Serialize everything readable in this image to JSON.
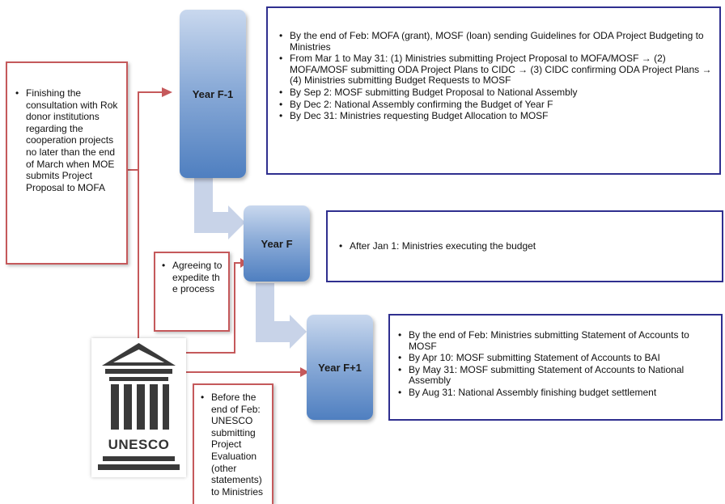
{
  "years": {
    "f_minus_1": "Year F-1",
    "f": "Year F",
    "f_plus_1": "Year F+1"
  },
  "details": {
    "f_minus_1": [
      "By the end of Feb: MOFA (grant), MOSF (loan) sending Guidelines for ODA Project Budgeting to Ministries",
      "From Mar 1 to May 31: (1) Ministries submitting Project Proposal to MOFA/MOSF → (2) MOFA/MOSF submitting ODA Project Plans to CIDC → (3) CIDC confirming ODA Project Plans → (4) Ministries submitting Budget Requests to MOSF",
      "By Sep 2: MOSF submitting Budget Proposal to National Assembly",
      "By Dec 2: National Assembly confirming the Budget of Year F",
      "By Dec 31: Ministries requesting Budget Allocation to MOSF"
    ],
    "f": [
      "After Jan 1: Ministries executing the budget"
    ],
    "f_plus_1": [
      "By the end of Feb: Ministries submitting Statement of Accounts to MOSF",
      "By Apr 10: MOSF submitting Statement of Accounts to BAI",
      "By May 31: MOSF submitting Statement of Accounts to National Assembly",
      "By Aug 31: National Assembly finishing budget settlement"
    ]
  },
  "side_notes": {
    "consultation": "Finishing the consultation with Rok donor institutions regarding the cooperation projects no later than the end of March when MOE submits Project Proposal to MOFA",
    "agreeing": "Agreeing to expedite the process",
    "evaluation": "Before the end of Feb: UNESCO submitting Project Evaluation (other statements) to Ministries"
  },
  "logo": {
    "text": "UNESCO"
  },
  "colors": {
    "detail_border": "#2f2f8f",
    "side_border": "#c5595b",
    "year_gradient_top": "#c9d8ee",
    "year_gradient_bottom": "#4f7fc0",
    "flow_arrow": "#c8d3e8"
  }
}
